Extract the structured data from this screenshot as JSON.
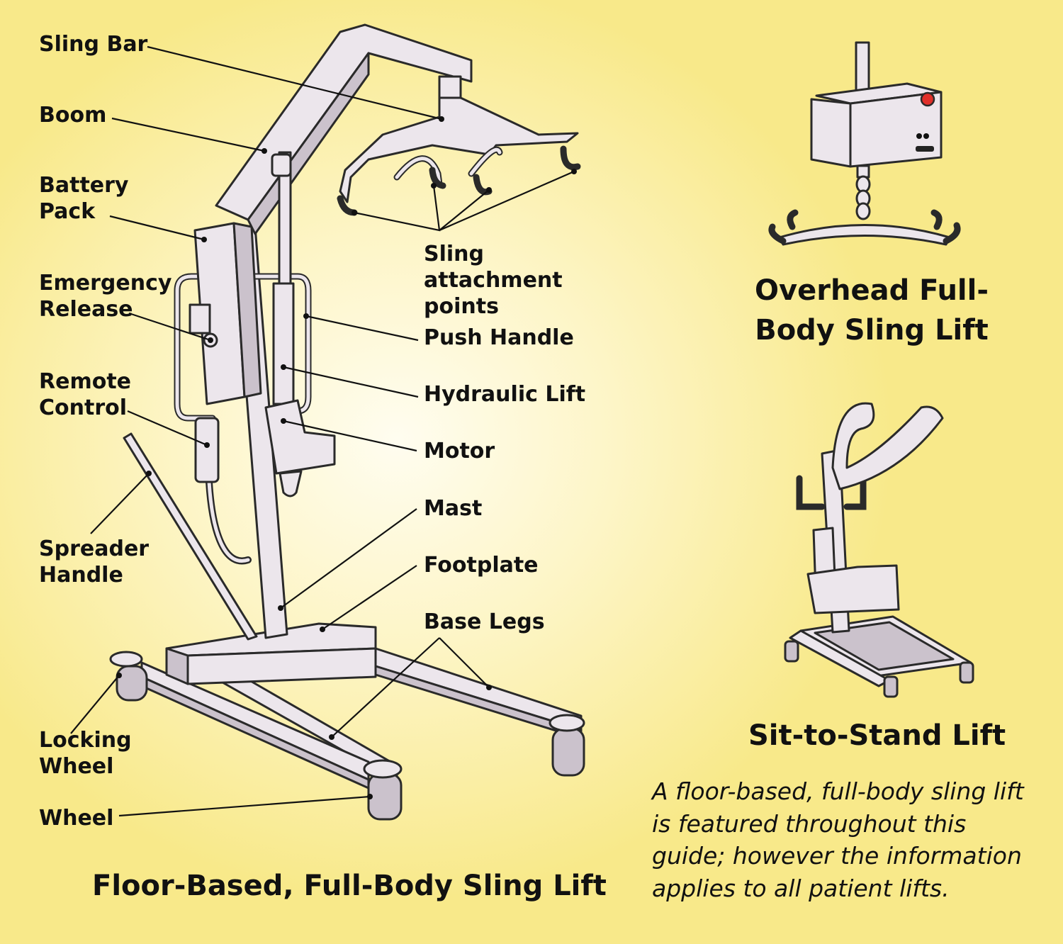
{
  "labels": {
    "sling_bar": "Sling Bar",
    "boom": "Boom",
    "battery_pack": "Battery Pack",
    "emergency_release": "Emergency Release",
    "remote_control": "Remote Control",
    "spreader_handle": "Spreader Handle",
    "locking_wheel": "Locking Wheel",
    "wheel": "Wheel",
    "sling_attachment_points": "Sling attachment points",
    "push_handle": "Push Handle",
    "hydraulic_lift": "Hydraulic Lift",
    "motor": "Motor",
    "mast": "Mast",
    "footplate": "Footplate",
    "base_legs": "Base Legs"
  },
  "titles": {
    "floor_based": "Floor-Based, Full-Body Sling Lift",
    "overhead": "Overhead Full-Body Sling Lift",
    "sit_to_stand": "Sit-to-Stand Lift"
  },
  "note": "A floor-based, full-body sling lift is featured throughout this guide; however the information applies to all patient lifts.",
  "colors": {
    "background_center": "#fffdf0",
    "background_edge": "#f8e98a",
    "device_fill": "#ece6ec",
    "device_shadow": "#cbc2cc",
    "outline": "#2a2a2a",
    "indicator_red": "#e0302a"
  }
}
